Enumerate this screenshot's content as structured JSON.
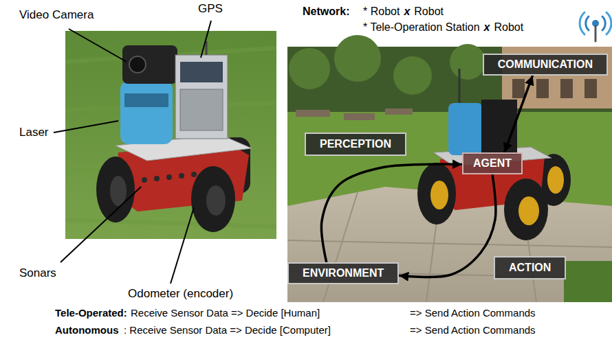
{
  "diagram": {
    "nodes": [
      {
        "text": [
          "COMMUNICATION"
        ]
      },
      {
        "text": [
          "AGENT"
        ]
      },
      {
        "text": [
          "ENVIRONMENT"
        ]
      }
    ],
    "edges": [
      {
        "from": 1,
        "to": 0,
        "arrow": "both"
      },
      {
        "from": 2,
        "to": 1,
        "label": "PERCEPTION",
        "arrow": "to"
      },
      {
        "from": 1,
        "to": 2,
        "label": "ACTION",
        "arrow": "to"
      }
    ],
    "labels": [
      "Video Camera",
      "GPS",
      "Laser",
      "Sonars",
      "Odometer (encoder)",
      "Network:",
      "* Robot",
      "x",
      "Robot",
      "* Tele-Operation Station",
      "x",
      "Robot",
      "Tele-Operated:",
      "Receive Sensor Data => Decide [Human]",
      "=> Send Action Commands",
      "Autonomous",
      ": Receive Sensor Data => Decide [Computer]",
      "=> Send Action Commands"
    ]
  }
}
